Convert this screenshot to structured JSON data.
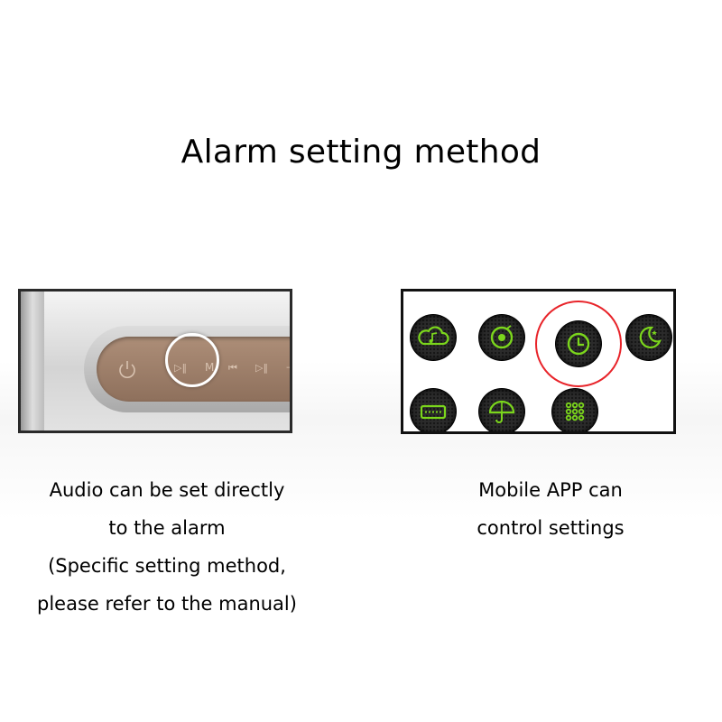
{
  "title": "Alarm setting method",
  "device_panel": {
    "controls": {
      "power": "⏻",
      "play_left": "▷‖",
      "mode": "M",
      "prev": "⏮",
      "play_right": "▷‖",
      "minus": "–"
    }
  },
  "app_panel": {
    "icons": [
      "cloud-music-icon",
      "disc-icon",
      "clock-icon",
      "moon-star-icon",
      "battery-icon",
      "umbrella-icon",
      "grid-icon"
    ],
    "icon_color": "#7bd61c",
    "highlight_color": "#e8242a"
  },
  "captions": {
    "left": [
      "Audio can be set directly",
      "to the alarm",
      "(Specific setting method,",
      "please refer to the manual)"
    ],
    "right": [
      "Mobile APP can",
      "control settings"
    ]
  }
}
